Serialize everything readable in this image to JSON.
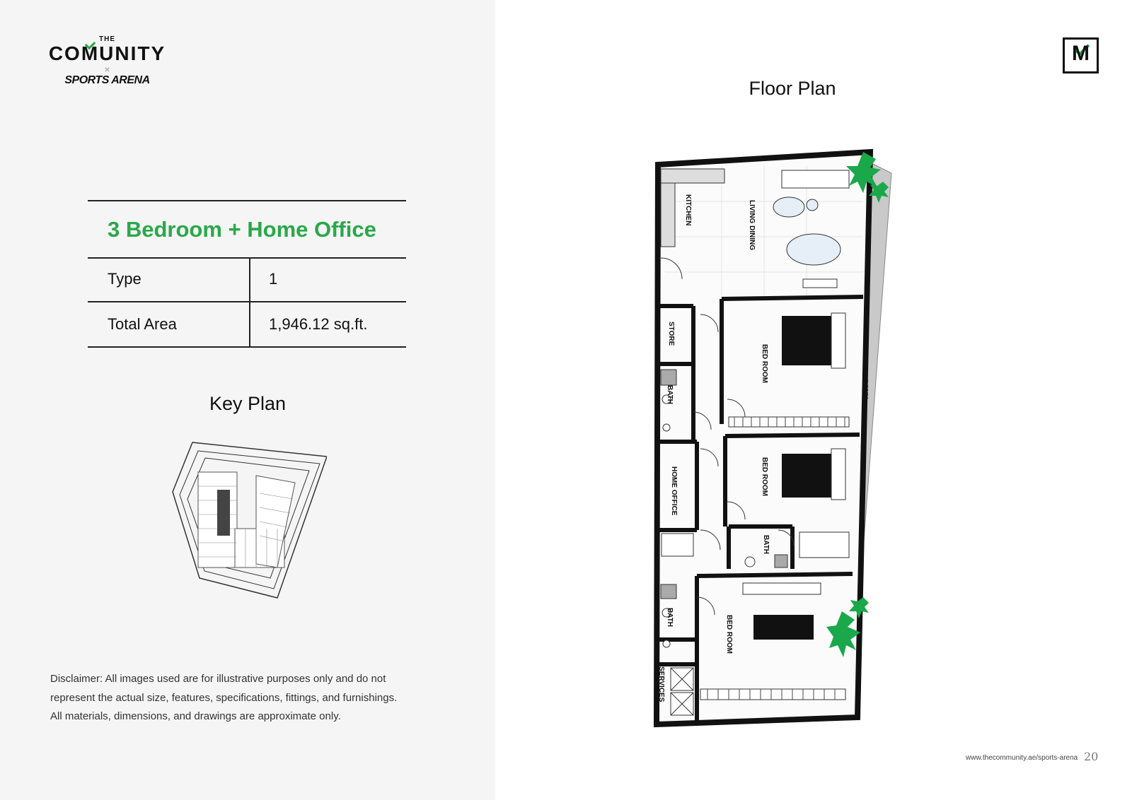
{
  "brand": {
    "the": "THE",
    "name_pre": "CO",
    "name_m": "M",
    "name_post": "UNITY",
    "cross": "×",
    "sub": "SPORTS ARENA"
  },
  "unit": {
    "title": "3 Bedroom + Home Office",
    "specs": [
      {
        "label": "Type",
        "value": "1"
      },
      {
        "label": "Total Area",
        "value": "1,946.12 sq.ft."
      }
    ]
  },
  "key_plan": {
    "title": "Key Plan"
  },
  "floor_plan": {
    "title": "Floor Plan",
    "rooms": {
      "kitchen": "KITCHEN",
      "living_dining": "LIVING DINING",
      "store": "STORE",
      "bath1": "BATH",
      "bed1": "BED ROOM",
      "balcony": "BALCONY",
      "home_office": "HOME OFFICE",
      "bed2": "BED ROOM",
      "bath2": "BATH",
      "bath3": "BATH",
      "bed3": "BED ROOM",
      "services": "SERVICES"
    }
  },
  "logo": {
    "letter": "M"
  },
  "disclaimer": {
    "line1": "Disclaimer: All images used are for illustrative purposes only and do not",
    "line2": "represent the actual size, features, specifications, fittings, and furnishings.",
    "line3": "All materials, dimensions, and drawings are approximate only."
  },
  "footer": {
    "url": "www.thecommunity.ae/sports-arena",
    "page": "20"
  },
  "colors": {
    "accent": "#2aa84a",
    "panel": "#f5f5f5",
    "wall": "#111111"
  }
}
